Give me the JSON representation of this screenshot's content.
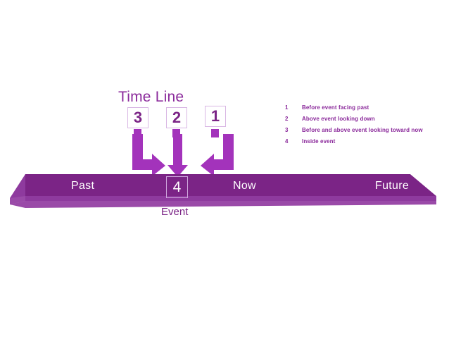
{
  "title": "Time Line",
  "colors": {
    "bar_main": "#7b2486",
    "bar_bottom": "#8e3a9e",
    "bar_bevel": "#9a4aa8",
    "arrow": "#a333bb",
    "text_purple": "#8b2a9b",
    "box_border": "#d9b7e4",
    "label_white": "#ffffff"
  },
  "positions": {
    "boxes": [
      {
        "id": "3",
        "value": "3"
      },
      {
        "id": "2",
        "value": "2"
      },
      {
        "id": "1",
        "value": "1"
      }
    ]
  },
  "timeline": {
    "past_label": "Past",
    "now_label": "Now",
    "future_label": "Future",
    "event_number": "4",
    "event_caption": "Event"
  },
  "legend": {
    "items": [
      {
        "num": "1",
        "text": "Before event facing past"
      },
      {
        "num": "2",
        "text": "Above event looking down"
      },
      {
        "num": "3",
        "text": "Before and above event looking toward now"
      },
      {
        "num": "4",
        "text": "Inside event"
      }
    ]
  }
}
